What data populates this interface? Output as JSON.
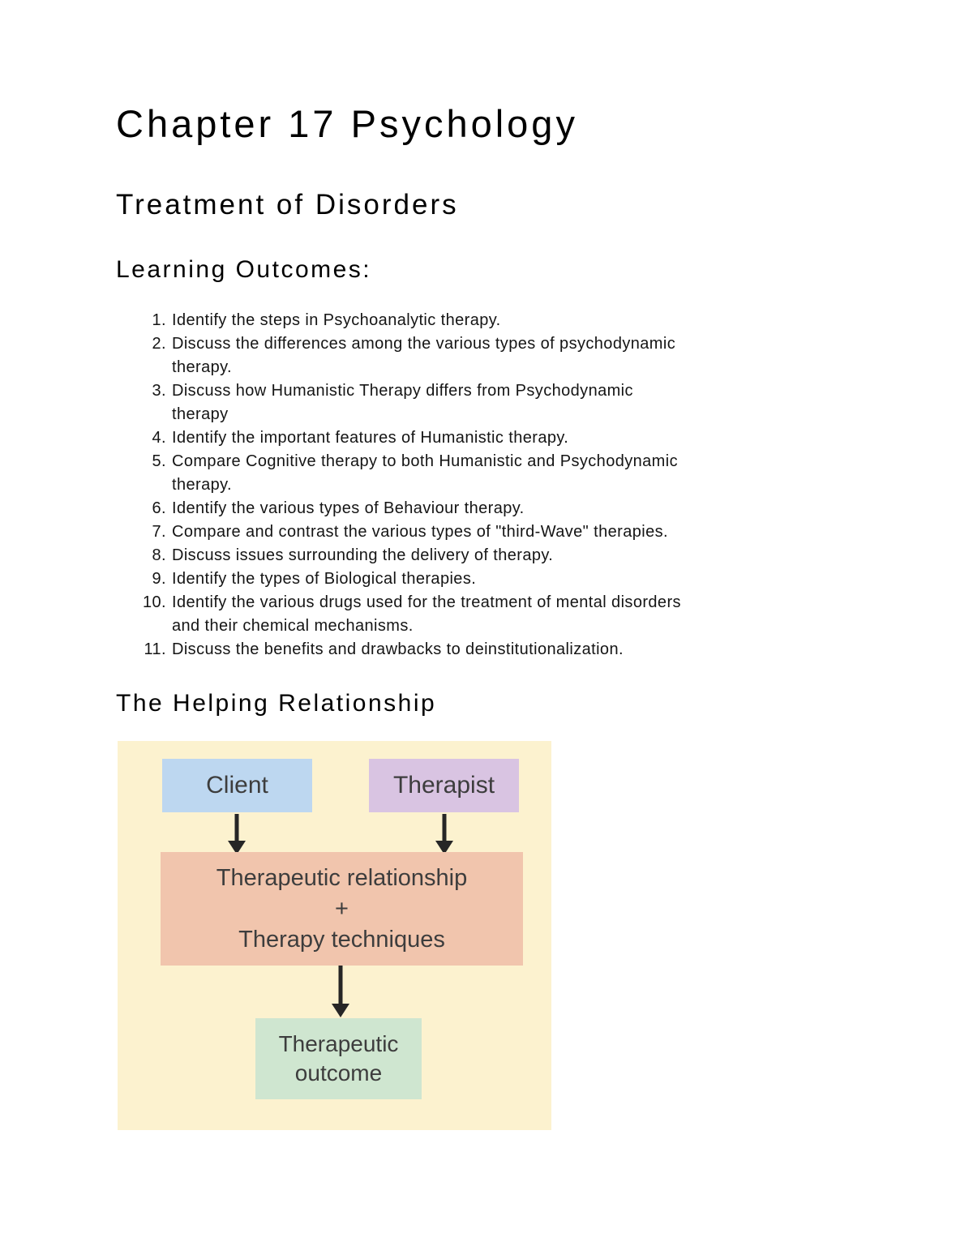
{
  "doc": {
    "title": "Chapter 17 Psychology",
    "subtitle": "Treatment of Disorders",
    "outcomes_heading": "Learning Outcomes:",
    "outcomes": [
      {
        "num": "1.",
        "text": "Identify the steps in Psychoanalytic therapy."
      },
      {
        "num": "2.",
        "text": "Discuss the differences among the various types of psychodynamic therapy."
      },
      {
        "num": "3.",
        "text": "Discuss how Humanistic Therapy differs from Psychodynamic therapy"
      },
      {
        "num": "4.",
        "text": "Identify the important features of Humanistic therapy."
      },
      {
        "num": "5.",
        "text": "Compare Cognitive therapy to both Humanistic and Psychodynamic therapy."
      },
      {
        "num": "6.",
        "text": "Identify the various types of Behaviour therapy."
      },
      {
        "num": "7.",
        "text": "Compare and contrast the various types of \"third-Wave\" therapies."
      },
      {
        "num": "8.",
        "text": "Discuss issues surrounding the delivery of therapy."
      },
      {
        "num": "9.",
        "text": "Identify the types of Biological therapies."
      },
      {
        "num": "10.",
        "text": "Identify the various drugs used for the treatment of mental disorders and their chemical mechanisms."
      },
      {
        "num": "11.",
        "text": "Discuss the benefits and drawbacks to deinstitutionalization."
      }
    ],
    "helping_heading": "The Helping Relationship"
  },
  "diagram": {
    "client": "Client",
    "therapist": "Therapist",
    "relationship_line1": "Therapeutic relationship",
    "relationship_plus": "+",
    "relationship_line2": "Therapy techniques",
    "outcome_line1": "Therapeutic",
    "outcome_line2": "outcome",
    "colors": {
      "panel_bg": "#fcf2cf",
      "client_bg": "#bdd7f0",
      "therapist_bg": "#d9c4e2",
      "relationship_bg": "#f1c5ad",
      "outcome_bg": "#cfe6d0",
      "arrow": "#262626",
      "label_text": "#3d3d3d"
    }
  }
}
